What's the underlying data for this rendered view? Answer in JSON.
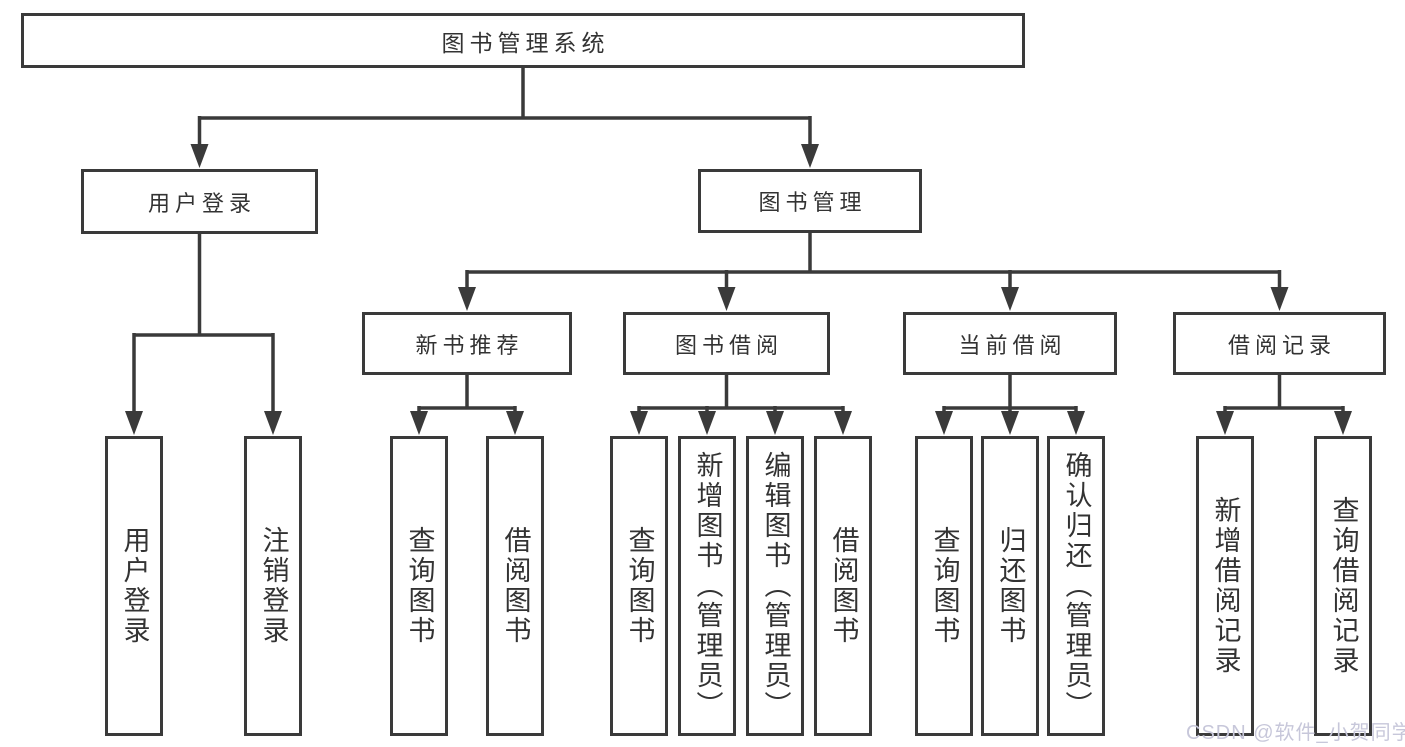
{
  "diagram": {
    "root": {
      "label": "图书管理系统"
    },
    "branches": [
      {
        "label": "用户登录",
        "children": [
          {
            "label": "用户登录"
          },
          {
            "label": "注销登录"
          }
        ]
      },
      {
        "label": "图书管理",
        "groups": [
          {
            "label": "新书推荐",
            "children": [
              {
                "label": "查询图书"
              },
              {
                "label": "借阅图书"
              }
            ]
          },
          {
            "label": "图书借阅",
            "children": [
              {
                "label": "查询图书"
              },
              {
                "label": "新增图书（管理员）"
              },
              {
                "label": "编辑图书（管理员）"
              },
              {
                "label": "借阅图书"
              }
            ]
          },
          {
            "label": "当前借阅",
            "children": [
              {
                "label": "查询图书"
              },
              {
                "label": "归还图书"
              },
              {
                "label": "确认归还（管理员）"
              }
            ]
          },
          {
            "label": "借阅记录",
            "children": [
              {
                "label": "新增借阅记录"
              },
              {
                "label": "查询借阅记录"
              }
            ]
          }
        ]
      }
    ],
    "watermark": "CSDN @软件_小贺同学",
    "colors": {
      "line": "#3a3a3a",
      "text": "#333333",
      "watermark_text": "#c7c7da",
      "background": "#ffffff"
    }
  }
}
